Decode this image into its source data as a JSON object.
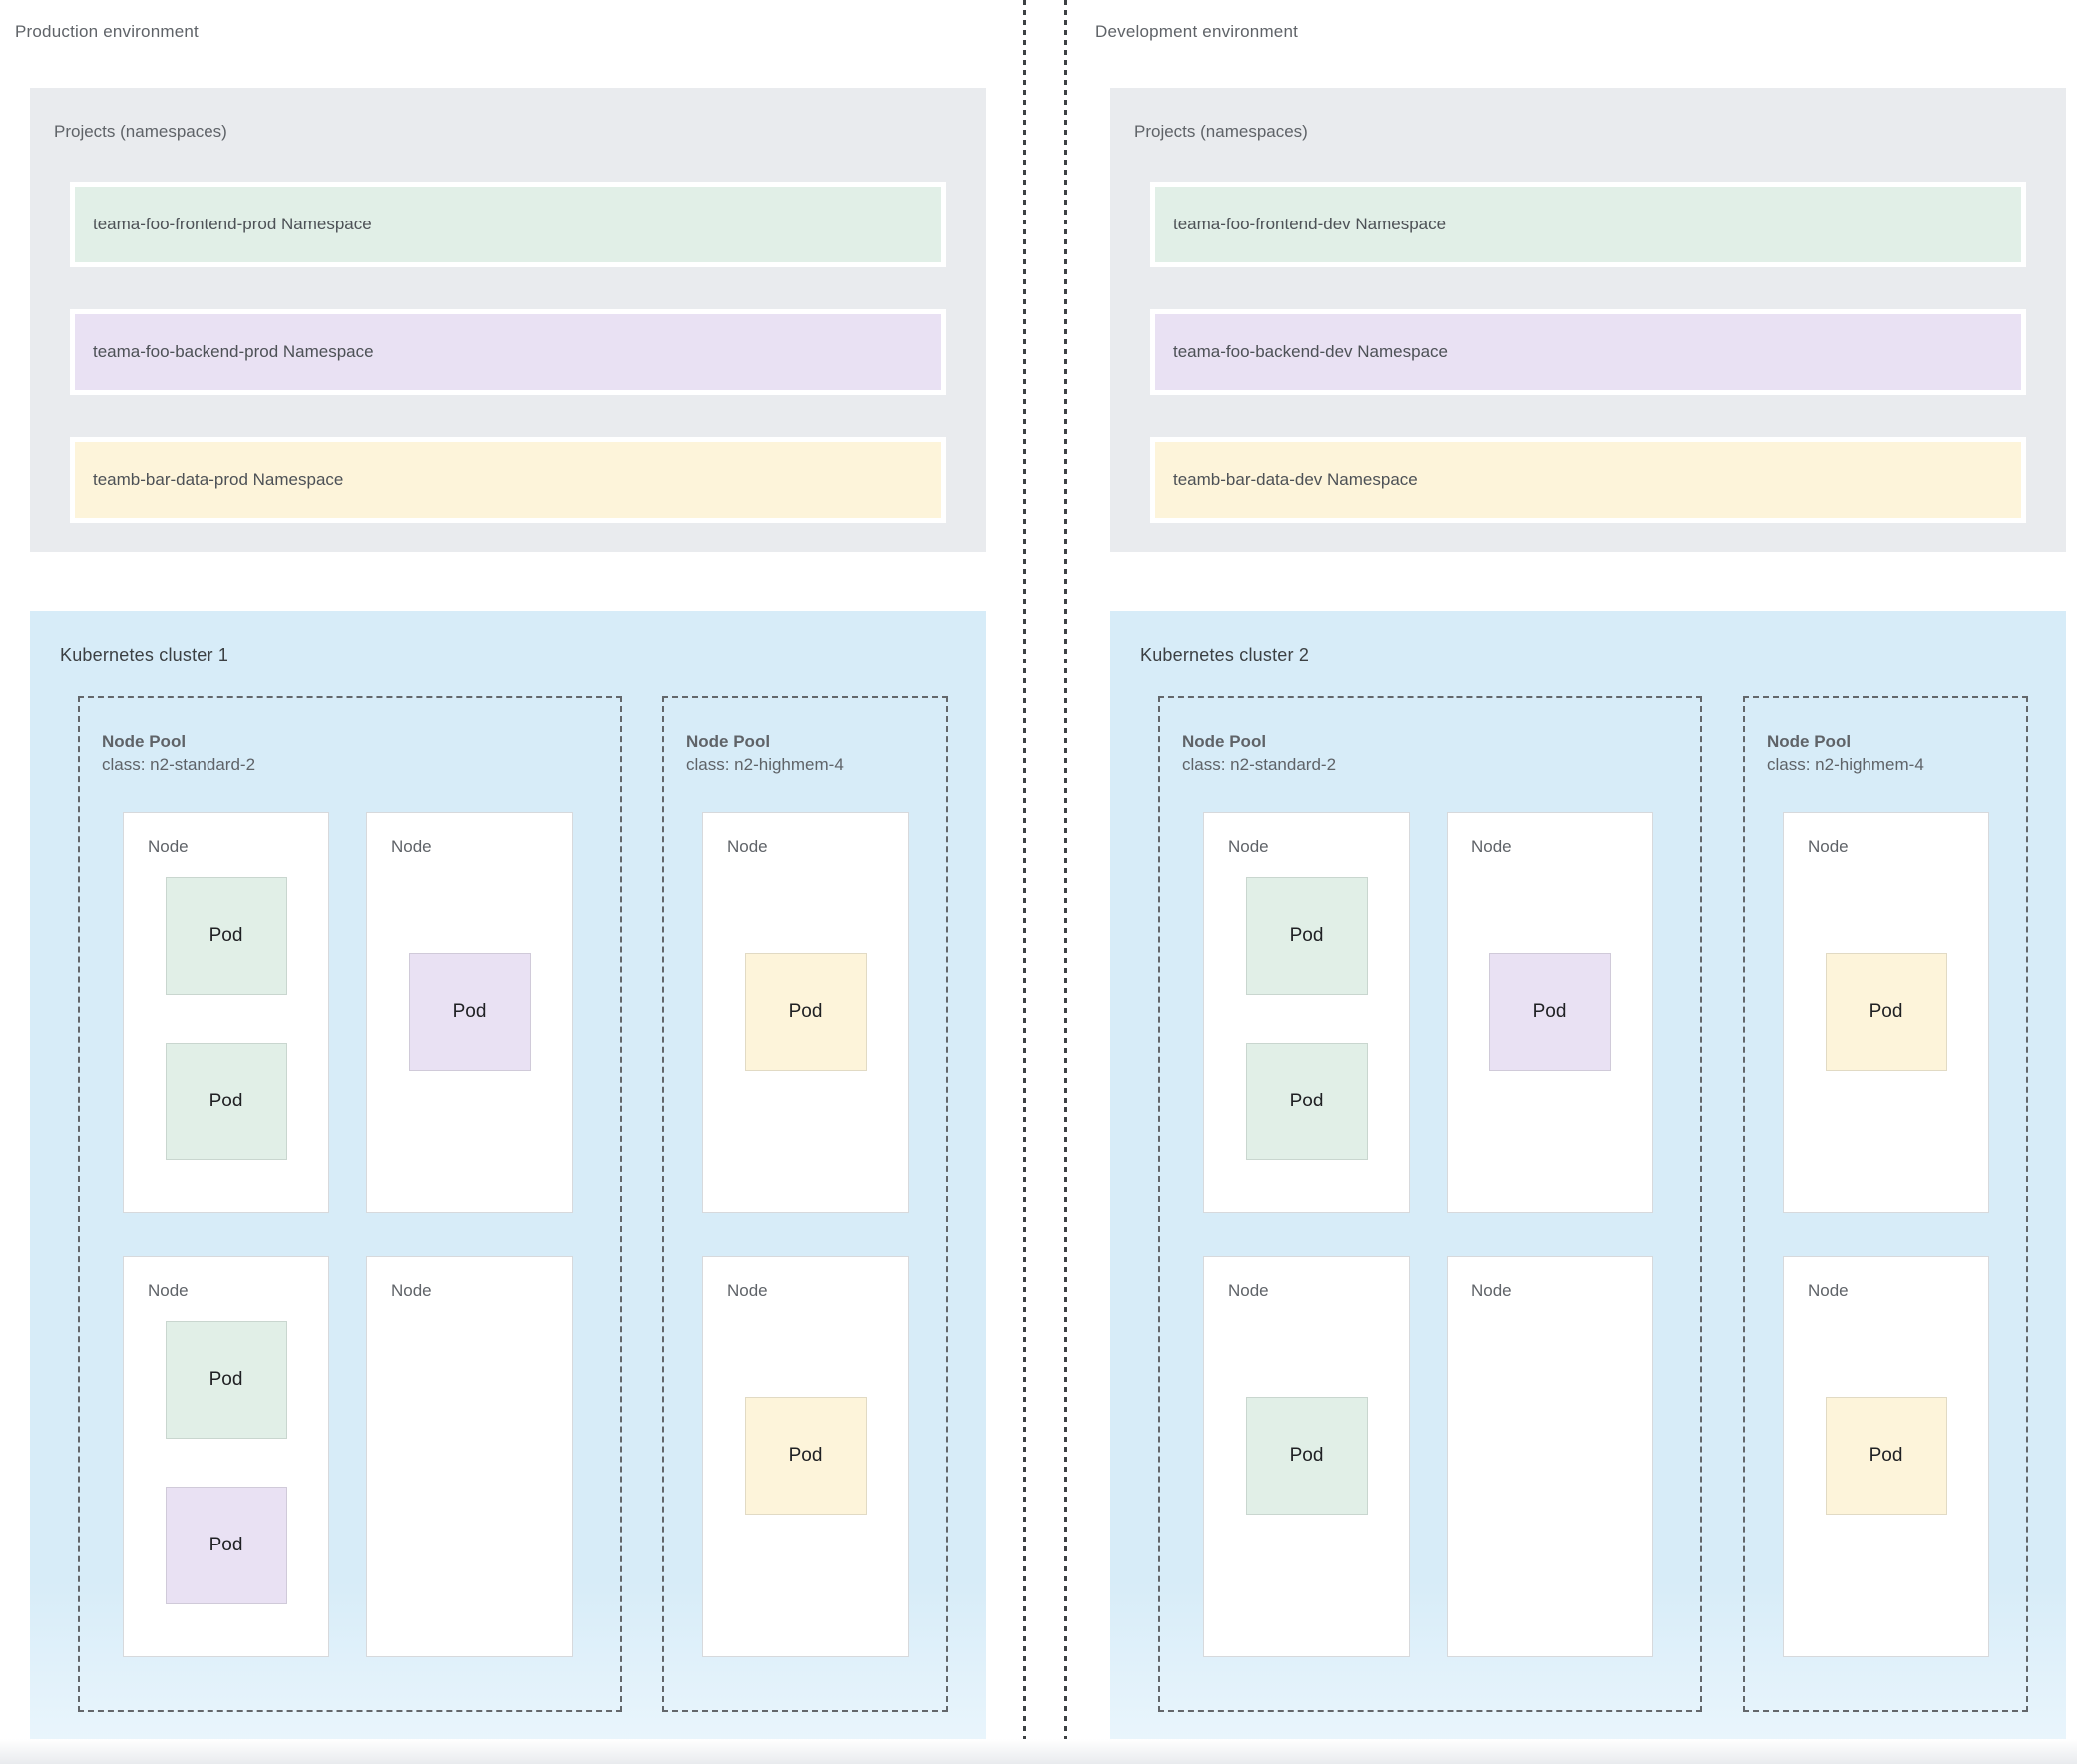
{
  "colors": {
    "cluster_bg": "#d7ecf8",
    "projects_bg": "#e9ebee",
    "namespace_green": "#e1efe7",
    "namespace_purple": "#e9e1f3",
    "namespace_yellow": "#fdf4da",
    "node_bg": "#ffffff",
    "label_text": "#5f6368",
    "pod_text": "#202124"
  },
  "environments": [
    {
      "title": "Production environment",
      "projects": {
        "label": "Projects (namespaces)",
        "namespaces": [
          {
            "label": "teama-foo-frontend-prod Namespace",
            "tint": "green"
          },
          {
            "label": "teama-foo-backend-prod Namespace",
            "tint": "purple"
          },
          {
            "label": "teamb-bar-data-prod Namespace",
            "tint": "yellow"
          }
        ]
      },
      "cluster": {
        "title": "Kubernetes cluster 1",
        "pools": [
          {
            "name": "Node Pool",
            "machine_class": "class: n2-standard-2",
            "nodes": [
              {
                "label": "Node",
                "pods": [
                  {
                    "label": "Pod",
                    "tint": "green"
                  },
                  {
                    "label": "Pod",
                    "tint": "green"
                  }
                ]
              },
              {
                "label": "Node",
                "pods": [
                  {
                    "label": "Pod",
                    "tint": "purple"
                  }
                ]
              },
              {
                "label": "Node",
                "pods": [
                  {
                    "label": "Pod",
                    "tint": "green"
                  },
                  {
                    "label": "Pod",
                    "tint": "purple"
                  }
                ]
              },
              {
                "label": "Node",
                "pods": []
              }
            ]
          },
          {
            "name": "Node Pool",
            "machine_class": "class: n2-highmem-4",
            "nodes": [
              {
                "label": "Node",
                "pods": [
                  {
                    "label": "Pod",
                    "tint": "yellow"
                  }
                ]
              },
              {
                "label": "Node",
                "pods": [
                  {
                    "label": "Pod",
                    "tint": "yellow"
                  }
                ]
              }
            ]
          }
        ]
      }
    },
    {
      "title": "Development environment",
      "projects": {
        "label": "Projects (namespaces)",
        "namespaces": [
          {
            "label": "teama-foo-frontend-dev Namespace",
            "tint": "green"
          },
          {
            "label": "teama-foo-backend-dev Namespace",
            "tint": "purple"
          },
          {
            "label": "teamb-bar-data-dev Namespace",
            "tint": "yellow"
          }
        ]
      },
      "cluster": {
        "title": "Kubernetes cluster 2",
        "pools": [
          {
            "name": "Node Pool",
            "machine_class": "class: n2-standard-2",
            "nodes": [
              {
                "label": "Node",
                "pods": [
                  {
                    "label": "Pod",
                    "tint": "green"
                  },
                  {
                    "label": "Pod",
                    "tint": "green"
                  }
                ]
              },
              {
                "label": "Node",
                "pods": [
                  {
                    "label": "Pod",
                    "tint": "purple"
                  }
                ]
              },
              {
                "label": "Node",
                "pods": [
                  {
                    "label": "Pod",
                    "tint": "green"
                  }
                ]
              },
              {
                "label": "Node",
                "pods": []
              }
            ]
          },
          {
            "name": "Node Pool",
            "machine_class": "class: n2-highmem-4",
            "nodes": [
              {
                "label": "Node",
                "pods": [
                  {
                    "label": "Pod",
                    "tint": "yellow"
                  }
                ]
              },
              {
                "label": "Node",
                "pods": [
                  {
                    "label": "Pod",
                    "tint": "yellow"
                  }
                ]
              }
            ]
          }
        ]
      }
    }
  ]
}
